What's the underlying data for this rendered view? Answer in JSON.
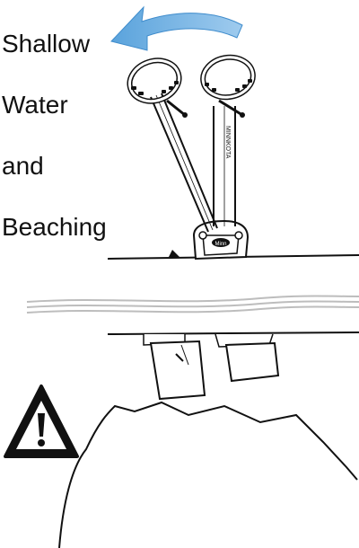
{
  "caption": {
    "line1": "Shallow",
    "line2": "Water",
    "line3": "and",
    "line4": "Beaching"
  },
  "mount": {
    "brand_text": "MINNKOTA",
    "badge_text": "Minn"
  },
  "colors": {
    "arrow": "#6aaee0",
    "arrow_dark": "#2f7fc0",
    "ink": "#111111",
    "water": "#c8c8c8",
    "warning_fill": "#111111"
  }
}
